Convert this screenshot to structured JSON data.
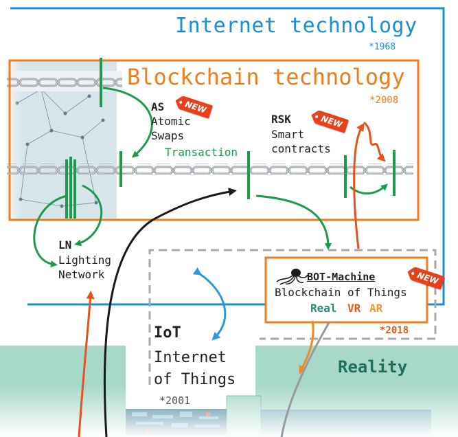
{
  "internet": {
    "title": "Internet technology",
    "year": "*1968"
  },
  "blockchain": {
    "title": "Blockchain technology",
    "year": "*2008"
  },
  "atomic_swaps": {
    "abbr": "AS",
    "line1": "Atomic",
    "line2": "Swaps",
    "badge": "NEW"
  },
  "rsk": {
    "abbr": "RSK",
    "line1": "Smart",
    "line2": "contracts",
    "badge": "NEW"
  },
  "transaction_label": "Transaction",
  "lightning": {
    "abbr": "LN",
    "line1": "Lighting",
    "line2": "Network"
  },
  "iot": {
    "abbr": "IoT",
    "line1": "Internet",
    "line2": "of Things",
    "year": "*2001"
  },
  "bot_machine": {
    "title": "BOT-Machine",
    "line2": "Blockchain of Things",
    "real": "Real",
    "vr": "VR",
    "ar": "AR",
    "year": "*2018",
    "badge": "NEW"
  },
  "reality_label": "Reality",
  "colors": {
    "internet_blue": "#1a8fd6",
    "blockchain_orange": "#ef7d1a",
    "flow_green": "#1c9a4e",
    "iot_arrow_blue": "#2a9ae0",
    "reality_teal": "#a7d8c8",
    "red_arrow": "#e8501c",
    "badge_red": "#e8401c"
  },
  "icons": [
    "chain-icon",
    "octopus-icon",
    "new-badge-icon",
    "network-graph-icon",
    "circuit-board-icon"
  ]
}
